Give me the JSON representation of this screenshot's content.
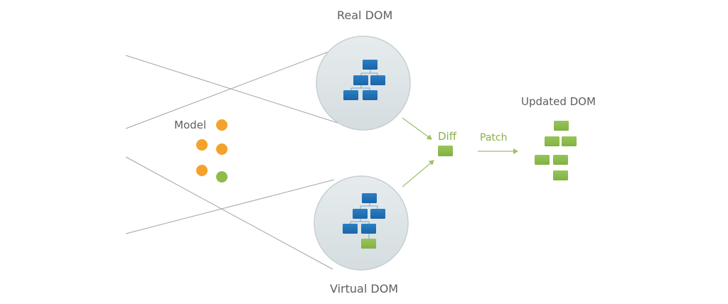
{
  "labels": {
    "real_dom": "Real DOM",
    "virtual_dom": "Virtual DOM",
    "model": "Model",
    "diff": "Diff",
    "patch": "Patch",
    "updated_dom": "Updated DOM"
  },
  "colors": {
    "text": "#5e5e5e",
    "green_text": "#8ab04a",
    "blue_node": "#2371b6",
    "green_node": "#8dbb4c",
    "orange_dot": "#f4a22b",
    "circle_fill": "#dde4e6",
    "circle_stroke": "#c4ccd0",
    "line": "#9c9c9c",
    "arrow": "#9dbf6a"
  },
  "icons": {
    "real_dom_tree": "tree-diagram-icon",
    "virtual_dom_tree": "tree-diagram-icon",
    "model_dots": "dot-icon"
  }
}
